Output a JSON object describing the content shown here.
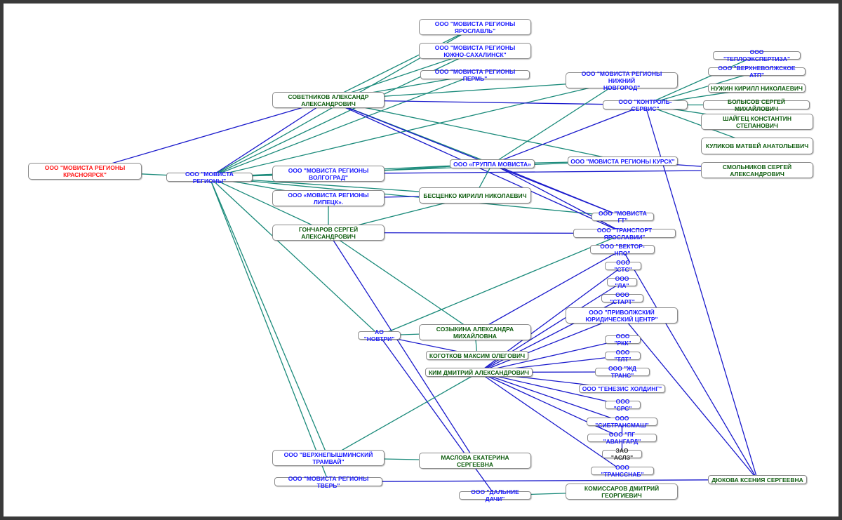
{
  "colors": {
    "org_text": "#1a1aff",
    "person_text": "#0d5c0d",
    "root_text": "#ff1a1a",
    "other_text": "#333333",
    "edge_blue": "#1a1acc",
    "edge_teal": "#1a8a7a"
  },
  "nodes": {
    "krasnoyarsk": {
      "label": "ООО \"МОВИСТА РЕГИОНЫ\nКРАСНОЯРСК\"",
      "kind": "root"
    },
    "movista_regiony": {
      "label": "ООО \"МОВИСТА РЕГИОНЫ\"",
      "kind": "org"
    },
    "yaroslavl": {
      "label": "ООО \"МОВИСТА РЕГИОНЫ\nЯРОСЛАВЛЬ\"",
      "kind": "org"
    },
    "sakhalinsk": {
      "label": "ООО \"МОВИСТА РЕГИОНЫ\nЮЖНО-САХАЛИНСК\"",
      "kind": "org"
    },
    "perm": {
      "label": "ООО \"МОВИСТА РЕГИОНЫ ПЕРМЬ\"",
      "kind": "org"
    },
    "sovetnikov": {
      "label": "СОВЕТНИКОВ АЛЕКСАНДР\nАЛЕКСАНДРОВИЧ",
      "kind": "person"
    },
    "nizhny": {
      "label": "ООО \"МОВИСТА РЕГИОНЫ НИЖНИЙ\nНОВГОРОД\"",
      "kind": "org"
    },
    "teploexp": {
      "label": "ООО \"ТЕПЛОЭКСПЕРТИЗА\"",
      "kind": "org"
    },
    "verkhnevolzh": {
      "label": "ООО \"ВЕРХНЕВОЛЖСКОЕ АТП\"",
      "kind": "org"
    },
    "nuzhin": {
      "label": "НУЖИН КИРИЛЛ НИКОЛАЕВИЧ",
      "kind": "person"
    },
    "kontrol": {
      "label": "ООО \"КОНТРОЛЬ-СЕРВИС\"",
      "kind": "org"
    },
    "bolysov": {
      "label": "БОЛЫСОВ СЕРГЕЙ МИХАЙЛОВИЧ",
      "kind": "person"
    },
    "shaigets": {
      "label": "ШАЙГЕЦ КОНСТАНТИН\nСТЕПАНОВИЧ",
      "kind": "person"
    },
    "kulikov": {
      "label": "КУЛИКОВ МАТВЕЙ АНАТОЛЬЕВИЧ",
      "kind": "person"
    },
    "volgograd": {
      "label": "ООО \"МОВИСТА РЕГИОНЫ\nВОЛГОГРАД\"",
      "kind": "org"
    },
    "gruppa": {
      "label": "ООО «ГРУППА МОВИСТА»",
      "kind": "org"
    },
    "kursk": {
      "label": "ООО \"МОВИСТА РЕГИОНЫ КУРСК\"",
      "kind": "org"
    },
    "smolnikov": {
      "label": "СМОЛЬНИКОВ СЕРГЕЙ\nАЛЕКСАНДРОВИЧ",
      "kind": "person"
    },
    "lipetsk": {
      "label": "ООО «МОВИСТА РЕГИОНЫ\nЛИПЕЦК».",
      "kind": "org"
    },
    "bestsenko": {
      "label": "БЕСЦЕНКО КИРИЛЛ НИКОЛАЕВИЧ",
      "kind": "person"
    },
    "movista_gt": {
      "label": "ООО \"МОВИСТА ГТ\"",
      "kind": "org"
    },
    "goncharov": {
      "label": "ГОНЧАРОВ СЕРГЕЙ\nАЛЕКСАНДРОВИЧ",
      "kind": "person"
    },
    "transport_yar": {
      "label": "ООО \"ТРАНСПОРТ ЯРОСЛАВИИ\"",
      "kind": "org"
    },
    "vektor": {
      "label": "ООО \"ВЕКТОР-НПО\"",
      "kind": "org"
    },
    "sts": {
      "label": "ООО \"СТС\"",
      "kind": "org"
    },
    "la": {
      "label": "ООО \"ЛА\"",
      "kind": "org"
    },
    "start": {
      "label": "ООО \"СТАРТ\"",
      "kind": "org"
    },
    "privolzh": {
      "label": "ООО \"ПРИВОЛЖСКИЙ\nЮРИДИЧЕСКИЙ ЦЕНТР\"",
      "kind": "org"
    },
    "novtri": {
      "label": "АО \"НОВТРИ\"",
      "kind": "org"
    },
    "sozykina": {
      "label": "СОЗЫКИНА АЛЕКСАНДРА\nМИХАЙЛОВНА",
      "kind": "person"
    },
    "kogotkov": {
      "label": "КОГОТКОВ МАКСИМ ОЛЕГОВИЧ",
      "kind": "person"
    },
    "kim": {
      "label": "КИМ ДМИТРИЙ АЛЕКСАНДРОВИЧ",
      "kind": "person"
    },
    "rkk": {
      "label": "ООО \"РКК\"",
      "kind": "org"
    },
    "tlt": {
      "label": "ООО \"ТЛТ\"",
      "kind": "org"
    },
    "zhd": {
      "label": "ООО \"ЖД ТРАНС\"",
      "kind": "org"
    },
    "genezis": {
      "label": "ООО \"ГЕНЕЗИС ХОЛДИНГ\"",
      "kind": "org"
    },
    "srs": {
      "label": "ООО \"СРС\"",
      "kind": "org"
    },
    "sibtrans": {
      "label": "ООО \"СИБТРАНСМАШ\"",
      "kind": "org"
    },
    "avangard": {
      "label": "ООО \"ПГ \"АВАНГАРД\"",
      "kind": "org"
    },
    "aslz": {
      "label": "ЗАО \"АСЛЗ\"",
      "kind": "other"
    },
    "transsnab": {
      "label": "ООО \"ТРАНССНАБ\"",
      "kind": "org"
    },
    "verkhnepysh": {
      "label": "ООО \"ВЕРХНЕПЫШМИНСКИЙ\nТРАМВАЙ\"",
      "kind": "org"
    },
    "maslova": {
      "label": "МАСЛОВА ЕКАТЕРИНА\nСЕРГЕЕВНА",
      "kind": "person"
    },
    "tver": {
      "label": "ООО \"МОВИСТА РЕГИОНЫ ТВЕРЬ\"",
      "kind": "org"
    },
    "dyukova": {
      "label": "ДЮКОВА КСЕНИЯ СЕРГЕЕВНА",
      "kind": "person"
    },
    "dalnie": {
      "label": "ООО \"ДАЛЬНИЕ ДАЧИ\"",
      "kind": "org"
    },
    "komissarov": {
      "label": "КОМИССАРОВ ДМИТРИЙ\nГЕОРГИЕВИЧ",
      "kind": "person"
    }
  },
  "edges": [
    [
      "krasnoyarsk",
      "sovetnikov",
      "blue"
    ],
    [
      "krasnoyarsk",
      "movista_regiony",
      "teal"
    ],
    [
      "movista_regiony",
      "sovetnikov",
      "blue"
    ],
    [
      "movista_regiony",
      "yaroslavl",
      "teal"
    ],
    [
      "movista_regiony",
      "sakhalinsk",
      "teal"
    ],
    [
      "movista_regiony",
      "perm",
      "teal"
    ],
    [
      "movista_regiony",
      "nizhny",
      "teal"
    ],
    [
      "movista_regiony",
      "volgograd",
      "teal"
    ],
    [
      "movista_regiony",
      "lipetsk",
      "teal"
    ],
    [
      "movista_regiony",
      "gruppa",
      "teal"
    ],
    [
      "movista_regiony",
      "kursk",
      "teal"
    ],
    [
      "movista_regiony",
      "goncharov",
      "teal"
    ],
    [
      "movista_regiony",
      "movista_gt",
      "teal"
    ],
    [
      "movista_regiony",
      "bestsenko",
      "teal"
    ],
    [
      "movista_regiony",
      "verkhnepysh",
      "teal"
    ],
    [
      "movista_regiony",
      "tver",
      "teal"
    ],
    [
      "movista_regiony",
      "novtri",
      "teal"
    ],
    [
      "sovetnikov",
      "yaroslavl",
      "teal"
    ],
    [
      "sovetnikov",
      "sakhalinsk",
      "teal"
    ],
    [
      "sovetnikov",
      "perm",
      "teal"
    ],
    [
      "sovetnikov",
      "nizhny",
      "teal"
    ],
    [
      "sovetnikov",
      "kontrol",
      "blue"
    ],
    [
      "sovetnikov",
      "gruppa",
      "teal"
    ],
    [
      "sovetnikov",
      "kursk",
      "teal"
    ],
    [
      "sovetnikov",
      "movista_gt",
      "blue"
    ],
    [
      "sovetnikov",
      "transport_yar",
      "blue"
    ],
    [
      "kontrol",
      "teploexp",
      "teal"
    ],
    [
      "kontrol",
      "verkhnevolzh",
      "teal"
    ],
    [
      "kontrol",
      "nuzhin",
      "teal"
    ],
    [
      "kontrol",
      "bolysov",
      "teal"
    ],
    [
      "kontrol",
      "shaigets",
      "teal"
    ],
    [
      "kontrol",
      "kulikov",
      "teal"
    ],
    [
      "kontrol",
      "gruppa",
      "blue"
    ],
    [
      "kontrol",
      "dyukova",
      "blue"
    ],
    [
      "nizhny",
      "gruppa",
      "teal"
    ],
    [
      "volgograd",
      "gruppa",
      "teal"
    ],
    [
      "volgograd",
      "smolnikov",
      "blue"
    ],
    [
      "gruppa",
      "kursk",
      "teal"
    ],
    [
      "gruppa",
      "movista_gt",
      "blue"
    ],
    [
      "gruppa",
      "transport_yar",
      "blue"
    ],
    [
      "kursk",
      "smolnikov",
      "blue"
    ],
    [
      "lipetsk",
      "bestsenko",
      "blue"
    ],
    [
      "lipetsk",
      "goncharov",
      "teal"
    ],
    [
      "bestsenko",
      "goncharov",
      "teal"
    ],
    [
      "bestsenko",
      "gruppa",
      "teal"
    ],
    [
      "goncharov",
      "transport_yar",
      "blue"
    ],
    [
      "goncharov",
      "maslova",
      "blue"
    ],
    [
      "goncharov",
      "sozykina",
      "teal"
    ],
    [
      "novtri",
      "transport_yar",
      "teal"
    ],
    [
      "novtri",
      "sozykina",
      "teal"
    ],
    [
      "novtri",
      "kogotkov",
      "blue"
    ],
    [
      "novtri",
      "dalnie",
      "blue"
    ],
    [
      "vektor",
      "dyukova",
      "blue"
    ],
    [
      "vektor",
      "sozykina",
      "blue"
    ],
    [
      "privolzh",
      "dyukova",
      "blue"
    ],
    [
      "kogotkov",
      "sozykina",
      "teal"
    ],
    [
      "kim",
      "sts",
      "blue"
    ],
    [
      "kim",
      "la",
      "blue"
    ],
    [
      "kim",
      "start",
      "blue"
    ],
    [
      "kim",
      "privolzh",
      "blue"
    ],
    [
      "kim",
      "rkk",
      "blue"
    ],
    [
      "kim",
      "tlt",
      "blue"
    ],
    [
      "kim",
      "zhd",
      "blue"
    ],
    [
      "kim",
      "genezis",
      "blue"
    ],
    [
      "kim",
      "srs",
      "blue"
    ],
    [
      "kim",
      "sibtrans",
      "blue"
    ],
    [
      "kim",
      "avangard",
      "blue"
    ],
    [
      "kim",
      "transsnab",
      "blue"
    ],
    [
      "kim",
      "verkhnepysh",
      "teal"
    ],
    [
      "avangard",
      "aslz",
      "blue"
    ],
    [
      "sibtrans",
      "avangard",
      "blue"
    ],
    [
      "verkhnepysh",
      "maslova",
      "teal"
    ],
    [
      "tver",
      "dyukova",
      "blue"
    ],
    [
      "dalnie",
      "komissarov",
      "teal"
    ]
  ]
}
